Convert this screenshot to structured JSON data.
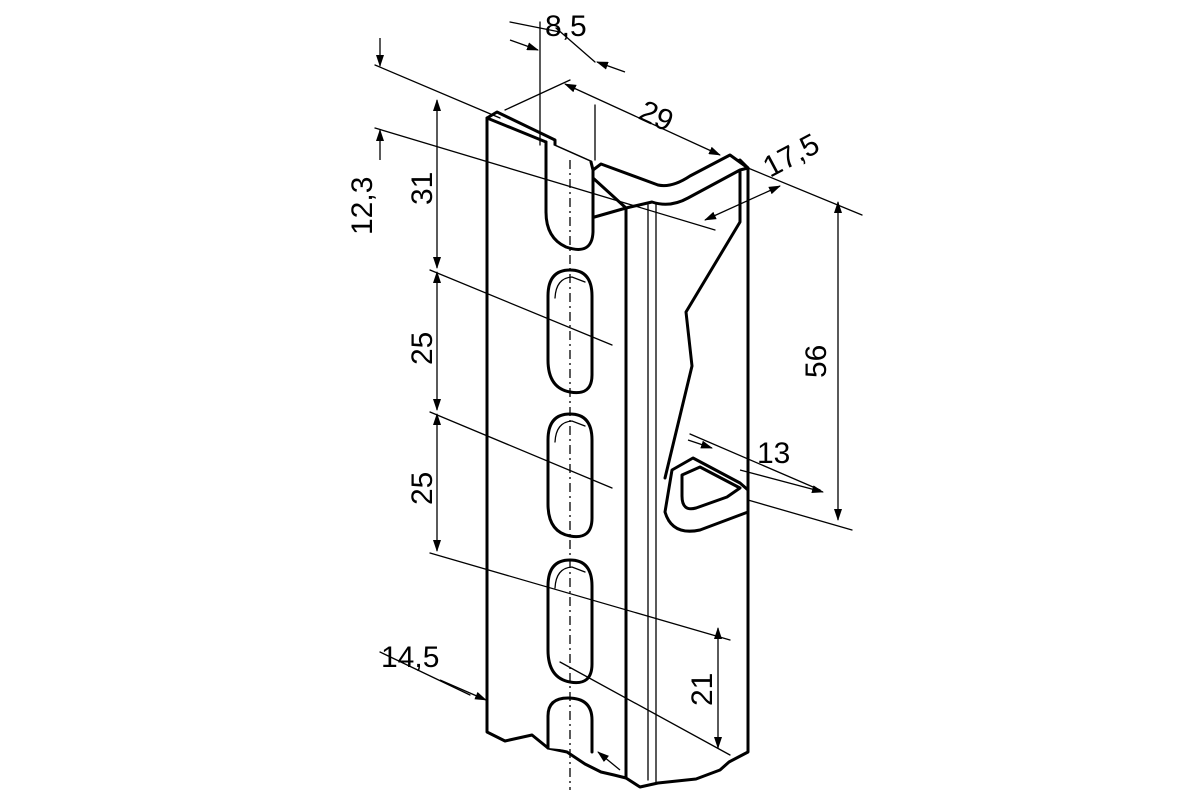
{
  "dimensions": {
    "slot_width": "8,5",
    "flange_depth": "29",
    "flange_width": "17,5",
    "top_offset": "12,3",
    "first_pitch": "31",
    "pitch_a": "25",
    "pitch_b": "25",
    "hook_height": "56",
    "hook_depth": "13",
    "slot_length": "21",
    "edge_distance": "14,5"
  }
}
